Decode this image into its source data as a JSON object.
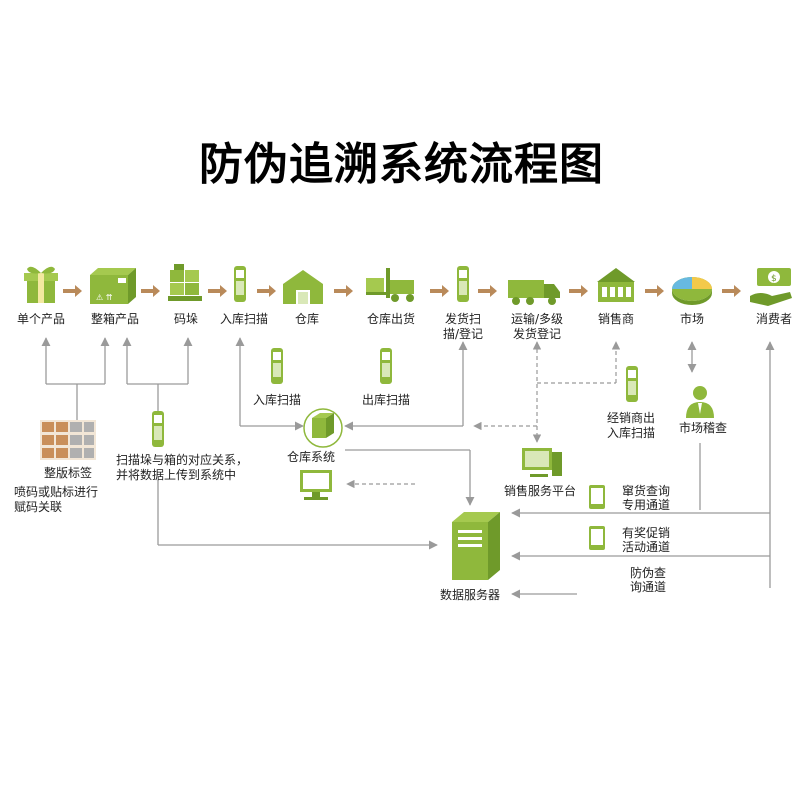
{
  "title": "防伪追溯系统流程图",
  "colors": {
    "green": "#8fb83c",
    "green_dark": "#6f9a2a",
    "arrow": "#b98a5a",
    "line": "#9a9a9a",
    "box": "#c98f5a",
    "pie_blue": "#67b9e0",
    "pie_yellow": "#f3c94a"
  },
  "process_steps": [
    {
      "label": "单个产品",
      "icon": "gift-icon"
    },
    {
      "label": "整箱产品",
      "icon": "box-icon"
    },
    {
      "label": "码垛",
      "icon": "pallet-stack-icon"
    },
    {
      "label": "入库扫描",
      "icon": "scanner-icon"
    },
    {
      "label": "仓库",
      "icon": "warehouse-icon"
    },
    {
      "label": "仓库出货",
      "icon": "forklift-icon"
    },
    {
      "label_line1": "发货扫",
      "label_line2": "描/登记",
      "icon": "scanner-icon"
    },
    {
      "label_line1": "运输/多级",
      "label_line2": "发货登记",
      "icon": "truck-icon"
    },
    {
      "label": "销售商",
      "icon": "store-icon"
    },
    {
      "label": "市场",
      "icon": "pie-market-icon"
    },
    {
      "label": "消费者",
      "icon": "money-hand-icon"
    }
  ],
  "nodes": {
    "label_sheet": "整版标签",
    "spray_note_1": "喷码或贴标进行",
    "spray_note_2": "赋码关联",
    "scan_note_1": "扫描垛与箱的对应关系，",
    "scan_note_2": "并将数据上传到系统中",
    "inbound_scan": "入库扫描",
    "outbound_scan": "出库扫描",
    "warehouse_system": "仓库系统",
    "dealer_scan_1": "经销商出",
    "dealer_scan_2": "入库扫描",
    "market_check": "市场稽查",
    "sales_platform": "销售服务平台",
    "anti_dumping_1": "窜货查询",
    "anti_dumping_2": "专用通道",
    "promo_1": "有奖促销",
    "promo_2": "活动通道",
    "anti_fake_1": "防伪查",
    "anti_fake_2": "询通道",
    "data_server": "数据服务器"
  }
}
